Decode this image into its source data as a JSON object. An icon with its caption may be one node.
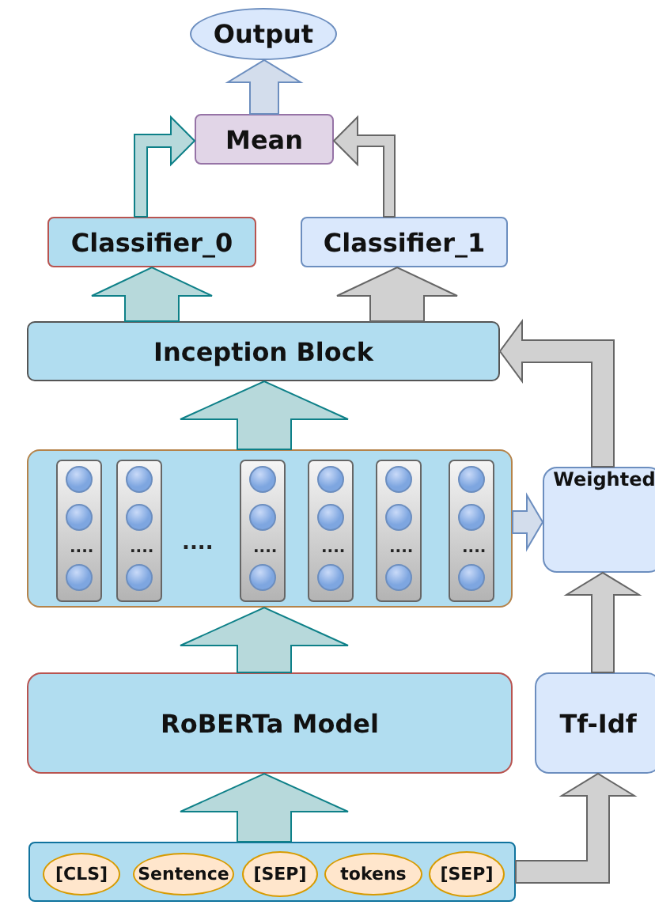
{
  "diagram": {
    "nodes": [
      {
        "text": [
          "Output"
        ]
      },
      {
        "text": [
          "Mean"
        ]
      },
      {
        "text": [
          "Classifier_0"
        ]
      },
      {
        "text": [
          "Classifier_1"
        ]
      },
      {
        "text": [
          "Inception Block"
        ]
      },
      {
        "text": [],
        "shape": "box"
      },
      {
        "text": [
          "Weighted"
        ]
      },
      {
        "text": [
          "RoBERTa Model"
        ]
      },
      {
        "text": [
          "Tf-Idf"
        ]
      },
      {
        "text": [],
        "shape": "box"
      },
      {
        "text": [
          "[CLS]"
        ],
        "in": 9
      },
      {
        "text": [
          "Sentence"
        ],
        "in": 9
      },
      {
        "text": [
          "[SEP]"
        ],
        "in": 9
      },
      {
        "text": [
          "tokens"
        ],
        "in": 9
      },
      {
        "text": [
          "[SEP]"
        ],
        "in": 9
      }
    ],
    "edges": [
      {
        "from": 1,
        "to": 0,
        "arrow": "to",
        "color": "#6c8ebf"
      },
      {
        "from": 2,
        "to": 1,
        "arrow": "to",
        "color": "#0e8088"
      },
      {
        "from": 3,
        "to": 1,
        "arrow": "to",
        "color": "#666666"
      },
      {
        "from": 4,
        "to": 2,
        "arrow": "to",
        "color": "#0e8088"
      },
      {
        "from": 4,
        "to": 3,
        "arrow": "to",
        "color": "#666666"
      },
      {
        "from": 5,
        "to": 4,
        "arrow": "to",
        "color": "#0e8088"
      },
      {
        "from": 5,
        "to": 6,
        "arrow": "to",
        "color": "#6c8ebf"
      },
      {
        "from": 6,
        "to": 4,
        "arrow": "to",
        "color": "#666666"
      },
      {
        "from": 7,
        "to": 5,
        "arrow": "to",
        "color": "#0e8088"
      },
      {
        "from": 8,
        "to": 6,
        "arrow": "to",
        "color": "#666666"
      },
      {
        "from": 9,
        "to": 7,
        "arrow": "to",
        "color": "#0e8088"
      },
      {
        "from": 9,
        "to": 8,
        "arrow": "to",
        "color": "#666666"
      }
    ],
    "labels": [
      "....",
      "....",
      "....",
      "....",
      "....",
      "....",
      "...."
    ]
  }
}
